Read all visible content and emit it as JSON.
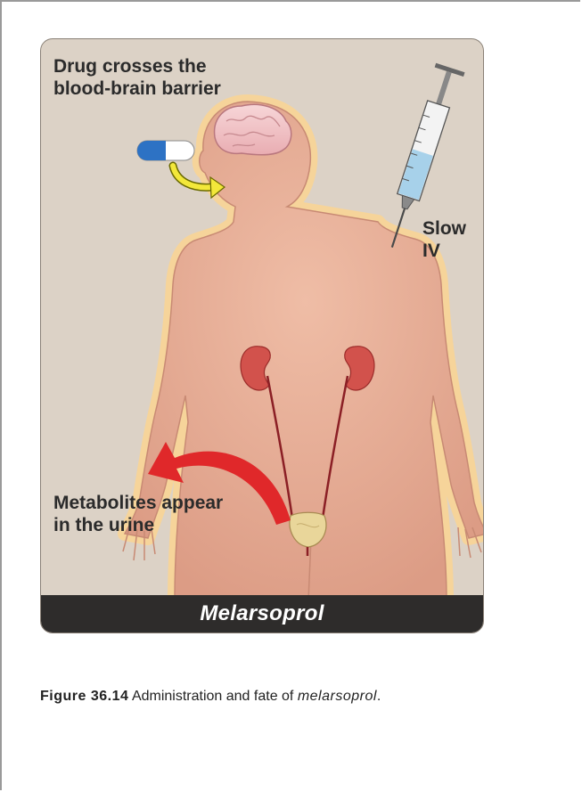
{
  "figure": {
    "labels": {
      "bbb": "Drug crosses the blood-brain barrier",
      "iv": "Slow IV",
      "metabolites": "Metabolites appear in the urine"
    },
    "banner": "Melarsoprol",
    "colors": {
      "panel_background": "#dcd2c6",
      "body_skin": "#e6aa92",
      "body_glow": "#f6d49a",
      "brain": "#f2c6c9",
      "kidney": "#d2524c",
      "ureter": "#8b1f25",
      "bladder": "#e9d69a",
      "arrow_red": "#e0282a",
      "arrow_yellow": "#f3e83a",
      "syringe_fluid": "#a7d1ea",
      "capsule_blue": "#2d72c4",
      "banner_background": "#2e2c2b"
    },
    "icons": [
      "capsule-icon",
      "syringe-icon",
      "curved-arrow-icon",
      "brain-icon",
      "kidney-icon",
      "bladder-icon"
    ]
  },
  "caption": {
    "number": "Figure 36.14",
    "text": " Administration and fate of ",
    "drug": "melarsoprol",
    "end": "."
  }
}
